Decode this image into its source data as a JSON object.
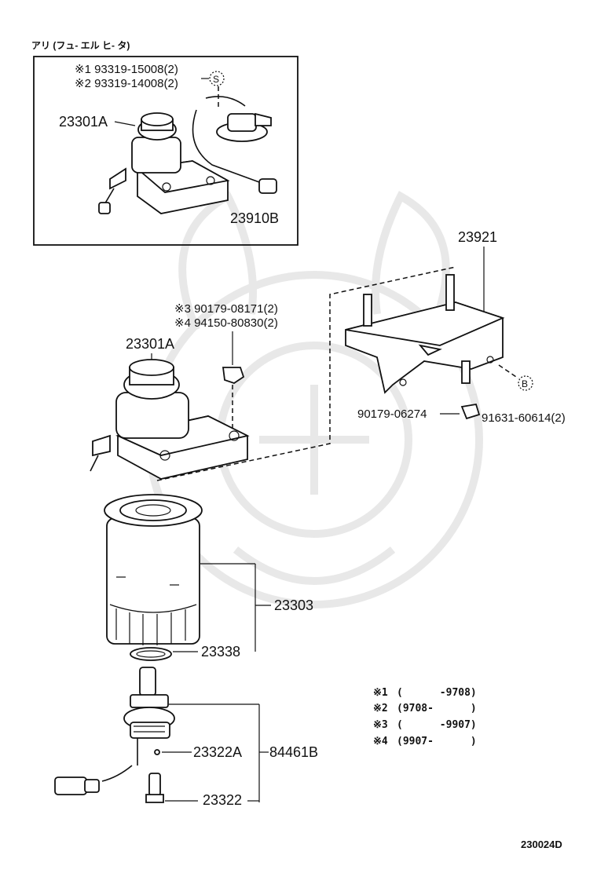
{
  "diagram": {
    "header": "アリ  (フュ- エル  ヒ- タ)",
    "footer_code": "230024D",
    "inset": {
      "note1": "※1 93319-15008(2)",
      "note2": "※2 93319-14008(2)",
      "ref_s": "S",
      "part_a": "23301A",
      "part_b": "23910B"
    },
    "labels": {
      "bracket": "23921",
      "note3": "※3 90179-08171(2)",
      "note4": "※4 94150-80830(2)",
      "head": "23301A",
      "ref_b": "B",
      "nut_left": "90179-06274",
      "nut_right": "91631-60614(2)",
      "filter": "23303",
      "gasket": "23338",
      "sensor_seal": "23322A",
      "sensor": "23322",
      "assy": "84461B"
    },
    "legend": [
      {
        "mark": "※1",
        "range": "(      -9708)"
      },
      {
        "mark": "※2",
        "range": "(9708-      )"
      },
      {
        "mark": "※3",
        "range": "(      -9907)"
      },
      {
        "mark": "※4",
        "range": "(9907-      )"
      }
    ]
  }
}
